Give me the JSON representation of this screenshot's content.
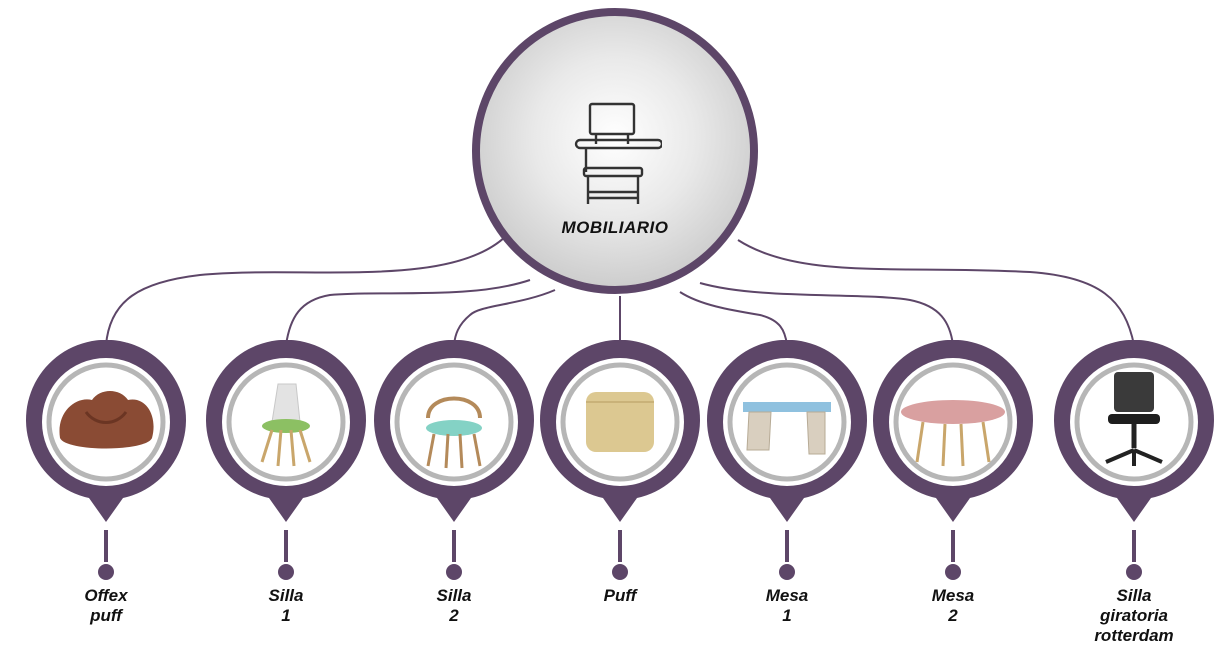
{
  "hub": {
    "label": "MOBILIARIO",
    "icon": "school-desk-chair-icon"
  },
  "items": [
    {
      "id": "offex-puff",
      "lines": [
        "Offex",
        "puff"
      ],
      "image": "bean-bag-icon"
    },
    {
      "id": "silla-1",
      "lines": [
        "Silla",
        "1"
      ],
      "image": "tulip-chair-icon"
    },
    {
      "id": "silla-2",
      "lines": [
        "Silla",
        "2"
      ],
      "image": "wooden-chair-icon"
    },
    {
      "id": "puff",
      "lines": [
        "Puff"
      ],
      "image": "ottoman-pouf-icon"
    },
    {
      "id": "mesa-1",
      "lines": [
        "Mesa",
        "1"
      ],
      "image": "desk-icon"
    },
    {
      "id": "mesa-2",
      "lines": [
        "Mesa",
        "2"
      ],
      "image": "round-table-icon"
    },
    {
      "id": "silla-giratoria-rotterdam",
      "lines": [
        "Silla",
        "giratoria",
        "rotterdam"
      ],
      "image": "office-swivel-chair-icon"
    }
  ],
  "colors": {
    "accent": "#5d4668",
    "ring": "#b6b6b6"
  }
}
